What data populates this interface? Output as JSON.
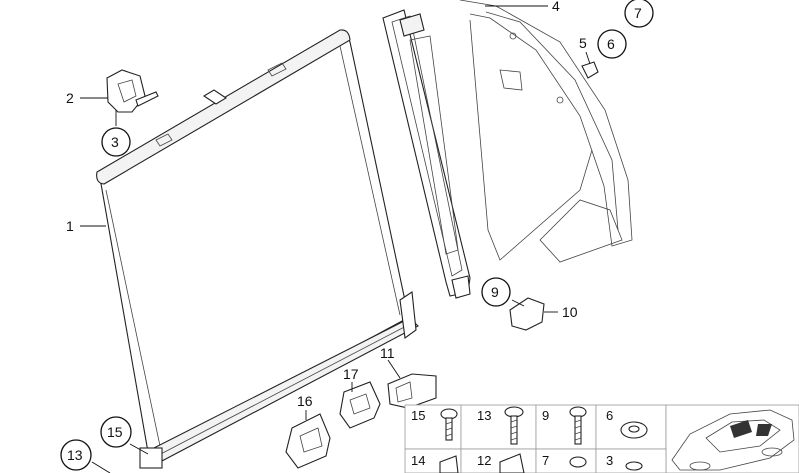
{
  "callouts": [
    {
      "id": "1",
      "text": "1",
      "circled": false
    },
    {
      "id": "2",
      "text": "2",
      "circled": false
    },
    {
      "id": "3",
      "text": "3",
      "circled": true
    },
    {
      "id": "4",
      "text": "4",
      "circled": false
    },
    {
      "id": "5",
      "text": "5",
      "circled": false
    },
    {
      "id": "6",
      "text": "6",
      "circled": true
    },
    {
      "id": "7",
      "text": "7",
      "circled": true
    },
    {
      "id": "9",
      "text": "9",
      "circled": true
    },
    {
      "id": "10",
      "text": "10",
      "circled": false
    },
    {
      "id": "11",
      "text": "11",
      "circled": false
    },
    {
      "id": "13",
      "text": "13",
      "circled": true
    },
    {
      "id": "15",
      "text": "15",
      "circled": true
    },
    {
      "id": "16",
      "text": "16",
      "circled": false
    },
    {
      "id": "17",
      "text": "17",
      "circled": false
    }
  ],
  "fastener_grid": {
    "row1": [
      "15",
      "13",
      "9",
      "6"
    ],
    "row2": [
      "14",
      "12",
      "7",
      "3"
    ]
  },
  "colors": {
    "line": "#222222",
    "grid_border": "#999999",
    "window_tint": "#333333"
  }
}
